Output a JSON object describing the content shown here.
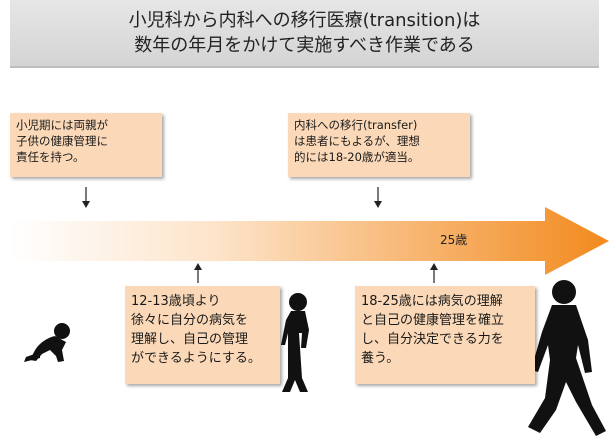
{
  "title": {
    "line1": "小児科から内科への移行医療(transition)は",
    "line2": "数年の年月をかけて実施すべき作業である"
  },
  "notes": [
    {
      "lines": [
        "小児期には両親が",
        "子供の健康管理に",
        "責任を持つ。"
      ]
    },
    {
      "lines": [
        "内科への移行(transfer)",
        "は患者にもよるが、理想",
        "的には18-20歳が適当。"
      ]
    },
    {
      "lines": [
        "12-13歳頃より",
        "徐々に自分の病気を",
        "理解し、自己の管理",
        "ができるようにする。"
      ]
    },
    {
      "lines": [
        "18-25歳には病気の理解",
        "と自己の健康管理を確立",
        "し、自分決定できる力を",
        "養う。"
      ]
    }
  ],
  "timeline": {
    "age_label": "25歳",
    "colors": {
      "start": "#ffffff",
      "end": "#f28a1e"
    }
  },
  "figures": [
    "crawling-baby-figure",
    "walking-child-figure",
    "walking-adult-figure"
  ]
}
